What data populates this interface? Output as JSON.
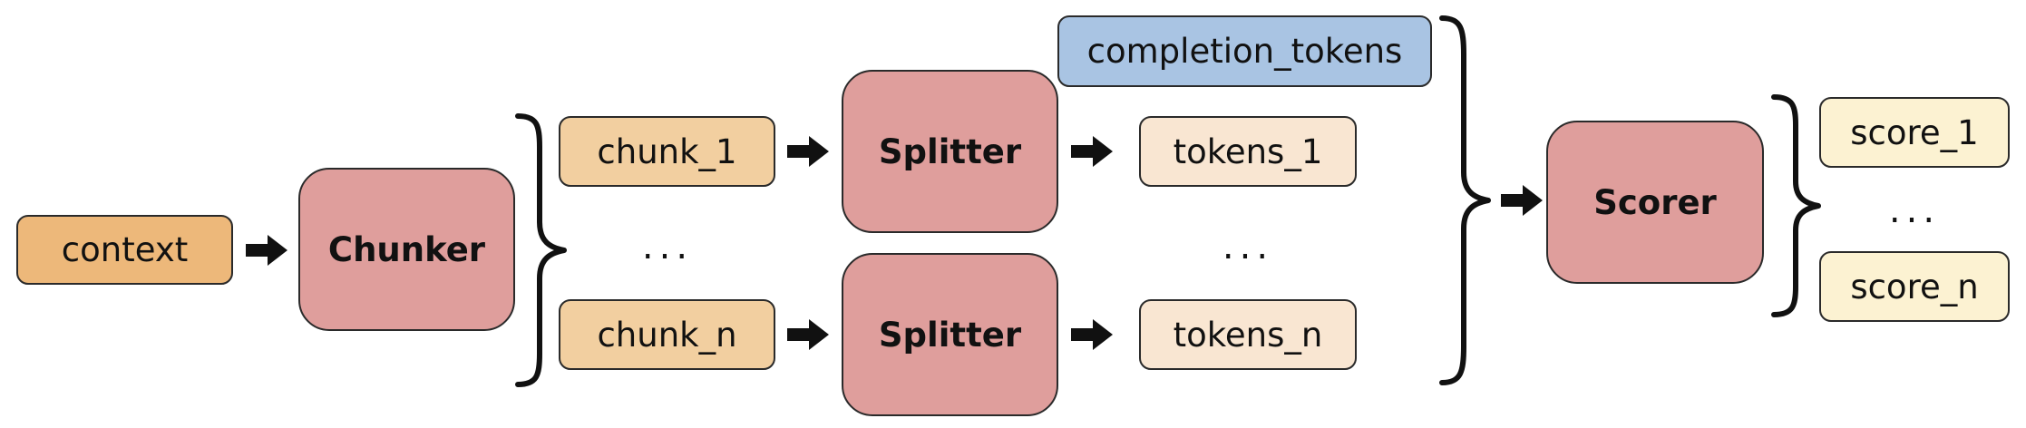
{
  "inputs": {
    "context": "context"
  },
  "processes": {
    "chunker": "Chunker",
    "splitter_1": "Splitter",
    "splitter_2": "Splitter",
    "scorer": "Scorer"
  },
  "chunks": {
    "first": "chunk_1",
    "last": "chunk_n",
    "ellipsis": "..."
  },
  "tokens": {
    "completion": "completion_tokens",
    "first": "tokens_1",
    "last": "tokens_n",
    "ellipsis": "..."
  },
  "scores": {
    "first": "score_1",
    "last": "score_n",
    "ellipsis": "..."
  },
  "colors": {
    "context_fill": "#EDB87A",
    "process_fill": "#DF9E9C",
    "chunk_fill": "#F2CFA0",
    "token_fill": "#F9E6D2",
    "completion_fill": "#A9C4E3",
    "score_fill": "#FCF2D2",
    "stroke": "#2a2a2a"
  },
  "icons": {
    "arrow": "right-arrow-icon",
    "brace": "right-curly-brace"
  }
}
